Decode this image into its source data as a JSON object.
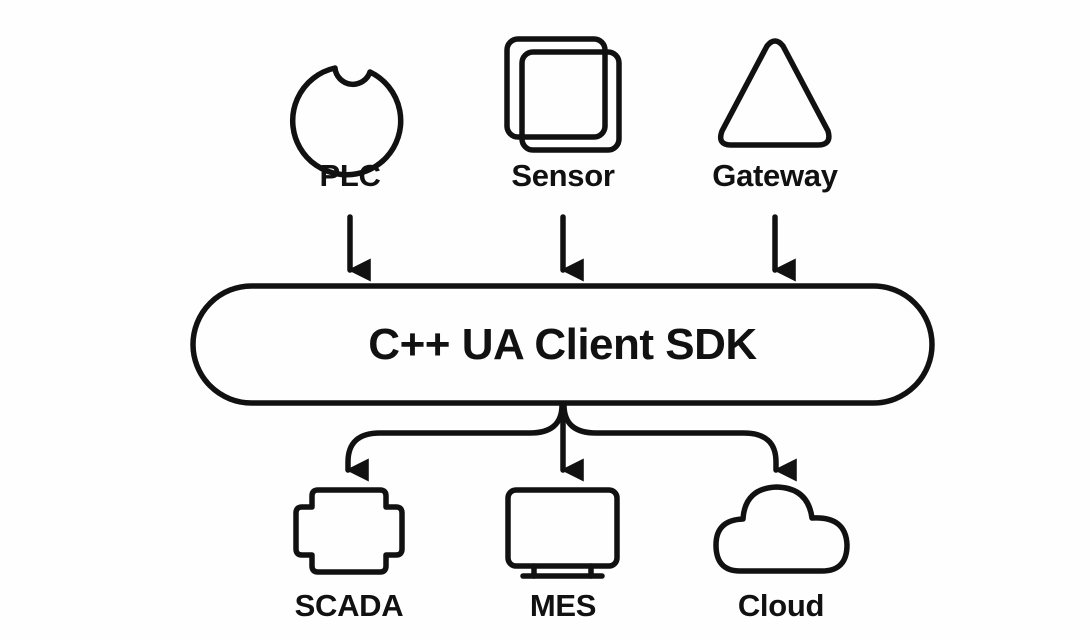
{
  "diagram": {
    "title": "C++ UA Client SDK",
    "central_node": {
      "label": "C++ UA Client SDK",
      "shape": "pill"
    },
    "inputs": [
      {
        "id": "plc",
        "label": "PLC",
        "icon": "circle-bite-icon"
      },
      {
        "id": "sensor",
        "label": "Sensor",
        "icon": "stacked-squares-icon"
      },
      {
        "id": "gateway",
        "label": "Gateway",
        "icon": "triangle-icon"
      }
    ],
    "outputs": [
      {
        "id": "scada",
        "label": "SCADA",
        "icon": "chip-icon"
      },
      {
        "id": "mes",
        "label": "MES",
        "icon": "monitor-icon"
      },
      {
        "id": "cloud",
        "label": "Cloud",
        "icon": "cloud-icon"
      }
    ],
    "edges": [
      {
        "from": "plc",
        "to": "central"
      },
      {
        "from": "sensor",
        "to": "central"
      },
      {
        "from": "gateway",
        "to": "central"
      },
      {
        "from": "central",
        "to": "scada"
      },
      {
        "from": "central",
        "to": "mes"
      },
      {
        "from": "central",
        "to": "cloud"
      }
    ],
    "colors": {
      "stroke": "#111111",
      "background": "#fefefe"
    }
  }
}
